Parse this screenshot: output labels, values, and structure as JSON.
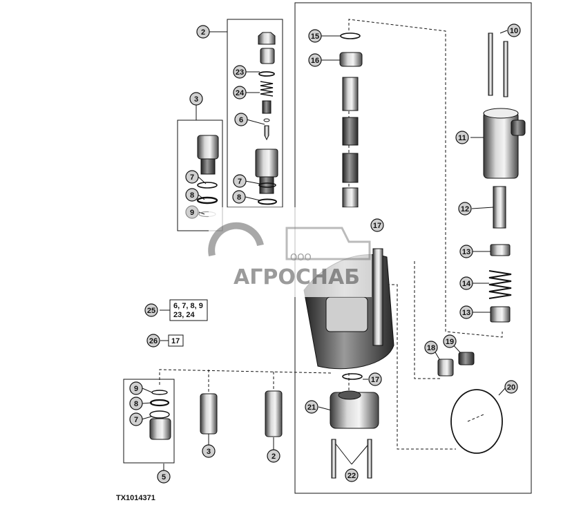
{
  "figure_id": "TX1014371",
  "watermark": {
    "company_prefix": "ООО",
    "company_name": "АГРОСНАБ"
  },
  "callouts": {
    "c2a": "2",
    "c2b": "2",
    "c3a": "3",
    "c3b": "3",
    "c5": "5",
    "c6": "6",
    "c7a": "7",
    "c7b": "7",
    "c7c": "7",
    "c8a": "8",
    "c8b": "8",
    "c8c": "8",
    "c9a": "9",
    "c9b": "9",
    "c10": "10",
    "c11": "11",
    "c12": "12",
    "c13a": "13",
    "c13b": "13",
    "c14": "14",
    "c15": "15",
    "c16": "16",
    "c17a": "17",
    "c17b": "17",
    "c18": "18",
    "c19": "19",
    "c20": "20",
    "c21": "21",
    "c22": "22",
    "c23": "23",
    "c24": "24",
    "c25": "25",
    "c26": "26"
  },
  "kits": {
    "k25_line1": "6, 7, 8, 9",
    "k25_line2": "23, 24",
    "k26": "17"
  }
}
